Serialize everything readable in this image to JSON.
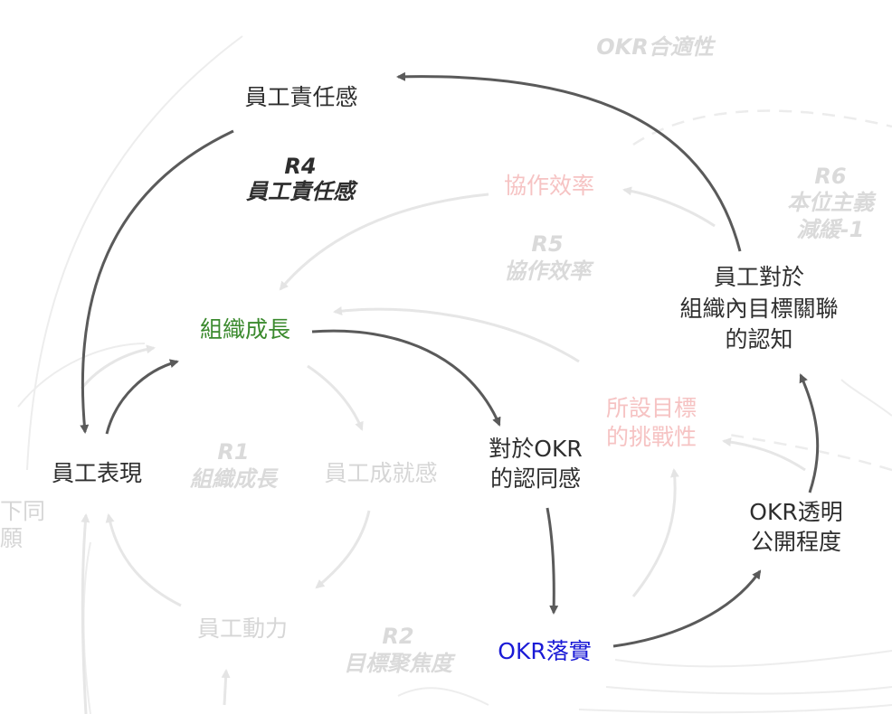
{
  "nodes": {
    "employee_responsibility": "員工責任感",
    "org_growth": "組織成長",
    "employee_performance": "員工表現",
    "employee_achievement": "員工成就感",
    "employee_motivation": "員工動力",
    "okr_identification": [
      "對於OKR",
      "的認同感"
    ],
    "okr_implementation": "OKR落實",
    "okr_transparency": [
      "OKR透明",
      "公開程度"
    ],
    "goal_alignment_awareness": [
      "員工對於",
      "組織內目標關聯",
      "的認知"
    ],
    "goal_challenge": [
      "所設目標",
      "的挑戰性"
    ],
    "collaboration_efficiency": "協作效率",
    "willingness_partial": [
      "下同",
      "願"
    ]
  },
  "loops": {
    "r4": {
      "id": "R4",
      "name": "員工責任感"
    },
    "r1": {
      "id": "R1",
      "name": "組織成長"
    },
    "r2": {
      "id": "R2",
      "name": "目標聚焦度"
    },
    "r5": {
      "id": "R5",
      "name": "協作效率"
    },
    "r6": {
      "id": "R6",
      "name": [
        "本位主義",
        "減緩-1"
      ]
    },
    "okr_fit": {
      "name": "OKR合適性"
    }
  },
  "colors": {
    "main_arrow": "#5a5a5a",
    "faded": "#dcdcdc",
    "highlight_green": "#3b8a2e",
    "highlight_blue": "#1a1ad6",
    "pink": "#f6c3c3"
  }
}
